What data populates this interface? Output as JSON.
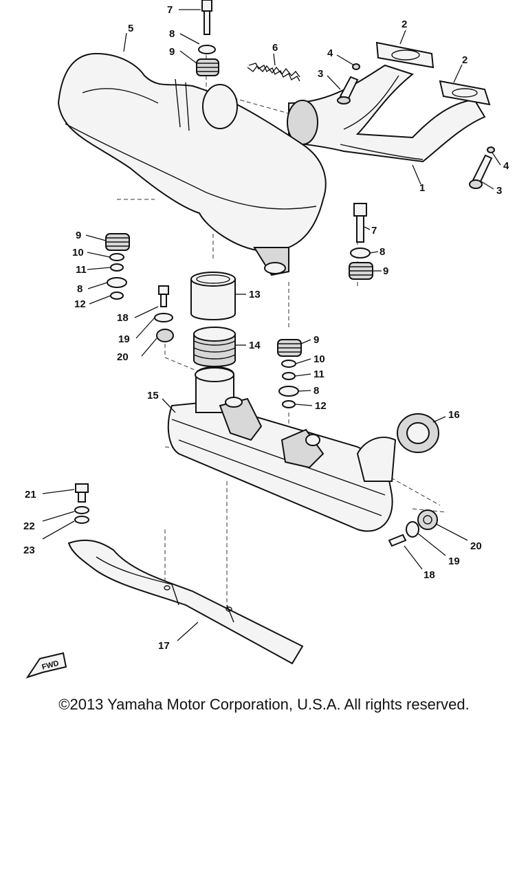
{
  "diagram": {
    "callouts": [
      {
        "id": "c7a",
        "label": "7"
      },
      {
        "id": "c8a",
        "label": "8"
      },
      {
        "id": "c9a",
        "label": "9"
      },
      {
        "id": "c5",
        "label": "5"
      },
      {
        "id": "c6",
        "label": "6"
      },
      {
        "id": "c4a",
        "label": "4"
      },
      {
        "id": "c3a",
        "label": "3"
      },
      {
        "id": "c2a",
        "label": "2"
      },
      {
        "id": "c2b",
        "label": "2"
      },
      {
        "id": "c1",
        "label": "1"
      },
      {
        "id": "c4b",
        "label": "4"
      },
      {
        "id": "c3b",
        "label": "3"
      },
      {
        "id": "c9b",
        "label": "9"
      },
      {
        "id": "c10a",
        "label": "10"
      },
      {
        "id": "c11a",
        "label": "11"
      },
      {
        "id": "c8b",
        "label": "8"
      },
      {
        "id": "c12a",
        "label": "12"
      },
      {
        "id": "c7b",
        "label": "7"
      },
      {
        "id": "c8c",
        "label": "8"
      },
      {
        "id": "c9c",
        "label": "9"
      },
      {
        "id": "c13",
        "label": "13"
      },
      {
        "id": "c18a",
        "label": "18"
      },
      {
        "id": "c19a",
        "label": "19"
      },
      {
        "id": "c20a",
        "label": "20"
      },
      {
        "id": "c14",
        "label": "14"
      },
      {
        "id": "c9d",
        "label": "9"
      },
      {
        "id": "c10b",
        "label": "10"
      },
      {
        "id": "c11b",
        "label": "11"
      },
      {
        "id": "c8d",
        "label": "8"
      },
      {
        "id": "c12b",
        "label": "12"
      },
      {
        "id": "c15",
        "label": "15"
      },
      {
        "id": "c16",
        "label": "16"
      },
      {
        "id": "c21",
        "label": "21"
      },
      {
        "id": "c22",
        "label": "22"
      },
      {
        "id": "c23",
        "label": "23"
      },
      {
        "id": "c20b",
        "label": "20"
      },
      {
        "id": "c19b",
        "label": "19"
      },
      {
        "id": "c18b",
        "label": "18"
      },
      {
        "id": "c17",
        "label": "17"
      }
    ],
    "fwd_label": "FWD"
  },
  "footer": {
    "copyright": "©2013 Yamaha Motor Corporation, U.S.A. All rights reserved."
  }
}
